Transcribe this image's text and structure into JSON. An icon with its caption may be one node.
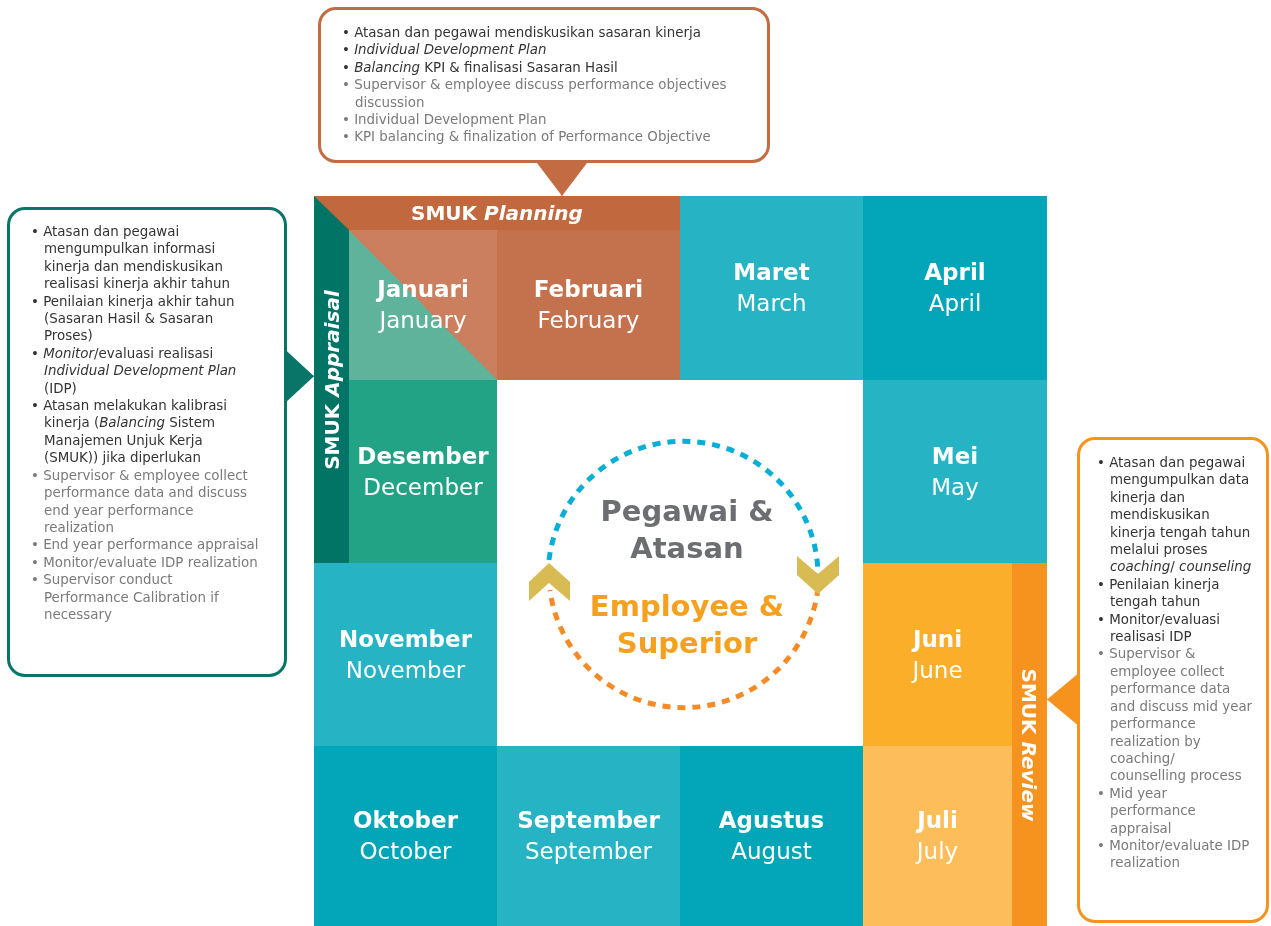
{
  "diagram": {
    "nodes": [
      {
        "text": [
          "• Atasan dan pegawai mendiskusikan sasaran kinerja",
          "• *Individual Development Plan*",
          "• *Balancing* KPI & finalisasi Sasaran Hasil",
          "• Supervisor & employee discuss performance objectives discussion",
          "• Individual Development Plan",
          "• KPI balancing & finalization of Performance Objective"
        ]
      },
      {
        "text": [
          "SMUK *Planning*"
        ]
      },
      {
        "text": [
          "• Atasan dan pegawai mengumpulkan informasi kinerja dan mendiskusikan realisasi kinerja akhir tahun",
          "• Penilaian kinerja akhir tahun (Sasaran Hasil & Sasaran Proses)",
          "• *Monitor*/evaluasi realisasi *Individual Development Plan* (IDP)",
          "• Atasan melakukan kalibrasi kinerja (*Balancing* Sistem Manajemen Unjuk Kerja (SMUK)) jika diperlukan",
          "• Supervisor & employee collect performance data and discuss end year performance realization",
          "• End year performance appraisal",
          "• Monitor/evaluate IDP realization",
          "• Supervisor conduct Performance Calibration if necessary"
        ]
      },
      {
        "text": [
          "SMUK *Appraisal*"
        ]
      },
      {
        "text": [
          "Januari",
          "January"
        ]
      },
      {
        "text": [
          "Februari",
          "February"
        ]
      },
      {
        "text": [
          "Maret",
          "March"
        ]
      },
      {
        "text": [
          "April",
          "April"
        ]
      },
      {
        "text": [
          "Desember",
          "December"
        ]
      },
      {
        "text": [
          "Mei",
          "May"
        ]
      },
      {
        "text": [
          "November",
          "November"
        ]
      },
      {
        "text": [
          "Juni",
          "June"
        ]
      },
      {
        "text": [
          "Oktober",
          "October"
        ]
      },
      {
        "text": [
          "September",
          "September"
        ]
      },
      {
        "text": [
          "Agustus",
          "August"
        ]
      },
      {
        "text": [
          "Juli",
          "July"
        ]
      },
      {
        "text": [
          "SMUK *Review*"
        ]
      },
      {
        "text": [
          "• Atasan dan pegawai mengumpulkan data kinerja dan mendiskusikan kinerja tengah tahun melalui proses *coaching*/ *counseling*",
          "• Penilaian kinerja tengah tahun",
          "• Monitor/evaluasi realisasi IDP",
          "• Supervisor & employee collect performance data and discuss mid year performance realization by coaching/ counselling process",
          "• Mid year performance appraisal",
          "• Monitor/evaluate IDP realization"
        ]
      }
    ],
    "edges": [
      {
        "from": 0,
        "to": 1,
        "arrow": "to",
        "color": "#c36b43"
      },
      {
        "from": 2,
        "to": 3,
        "arrow": "to",
        "color": "#087568"
      },
      {
        "from": 17,
        "to": 16,
        "arrow": "to",
        "color": "#f6921e"
      }
    ],
    "labels": [
      "Pegawai & Atasan",
      "Employee & Superior"
    ]
  }
}
